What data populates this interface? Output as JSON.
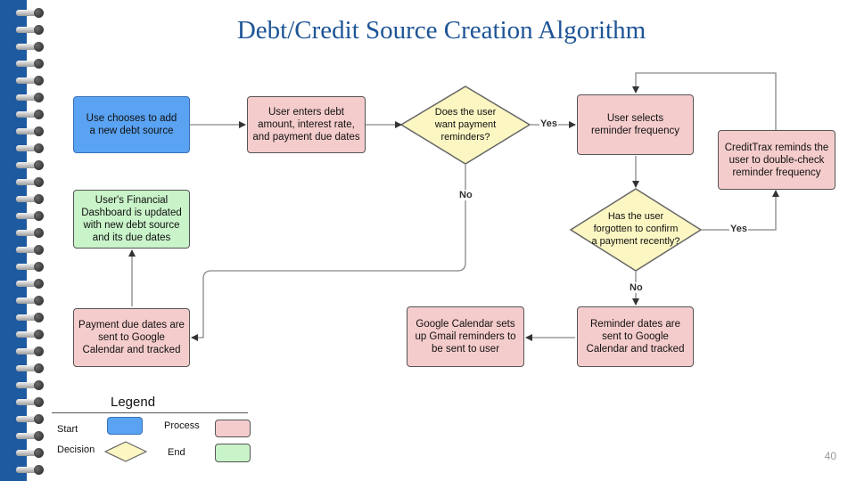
{
  "title": "Debt/Credit Source Creation Algorithm",
  "nodes": {
    "start": "Use chooses to add a new debt source",
    "enter_debt": "User enters debt amount, interest rate, and payment due dates",
    "want_reminders": "Does the user want payment reminders?",
    "select_frequency": "User selects reminder frequency",
    "forgotten": "Has the user forgotten to confirm a payment recently?",
    "credittrax_reminds": "CreditTrax reminds the user to double-check reminder frequency",
    "reminder_dates_sent": "Reminder dates are sent to Google Calendar and tracked",
    "gmail_reminders": "Google Calendar sets up Gmail reminders to be sent to user",
    "payment_dates_sent": "Payment due dates are sent to Google Calendar and tracked",
    "dashboard_updated": "User's Financial Dashboard is updated with new debt source and its due dates"
  },
  "edge_labels": {
    "yes_reminders": "Yes",
    "no_reminders": "No",
    "yes_forgotten": "Yes",
    "no_forgotten": "No"
  },
  "legend": {
    "title": "Legend",
    "start": "Start",
    "process": "Process",
    "decision": "Decision",
    "end": "End"
  },
  "colors": {
    "start": "#5aa2f2",
    "process": "#f5cccc",
    "decision": "#fbf6c2",
    "end": "#c9f3c9",
    "title": "#1e5496",
    "spine": "#1e5aa0"
  },
  "page_number": "40"
}
